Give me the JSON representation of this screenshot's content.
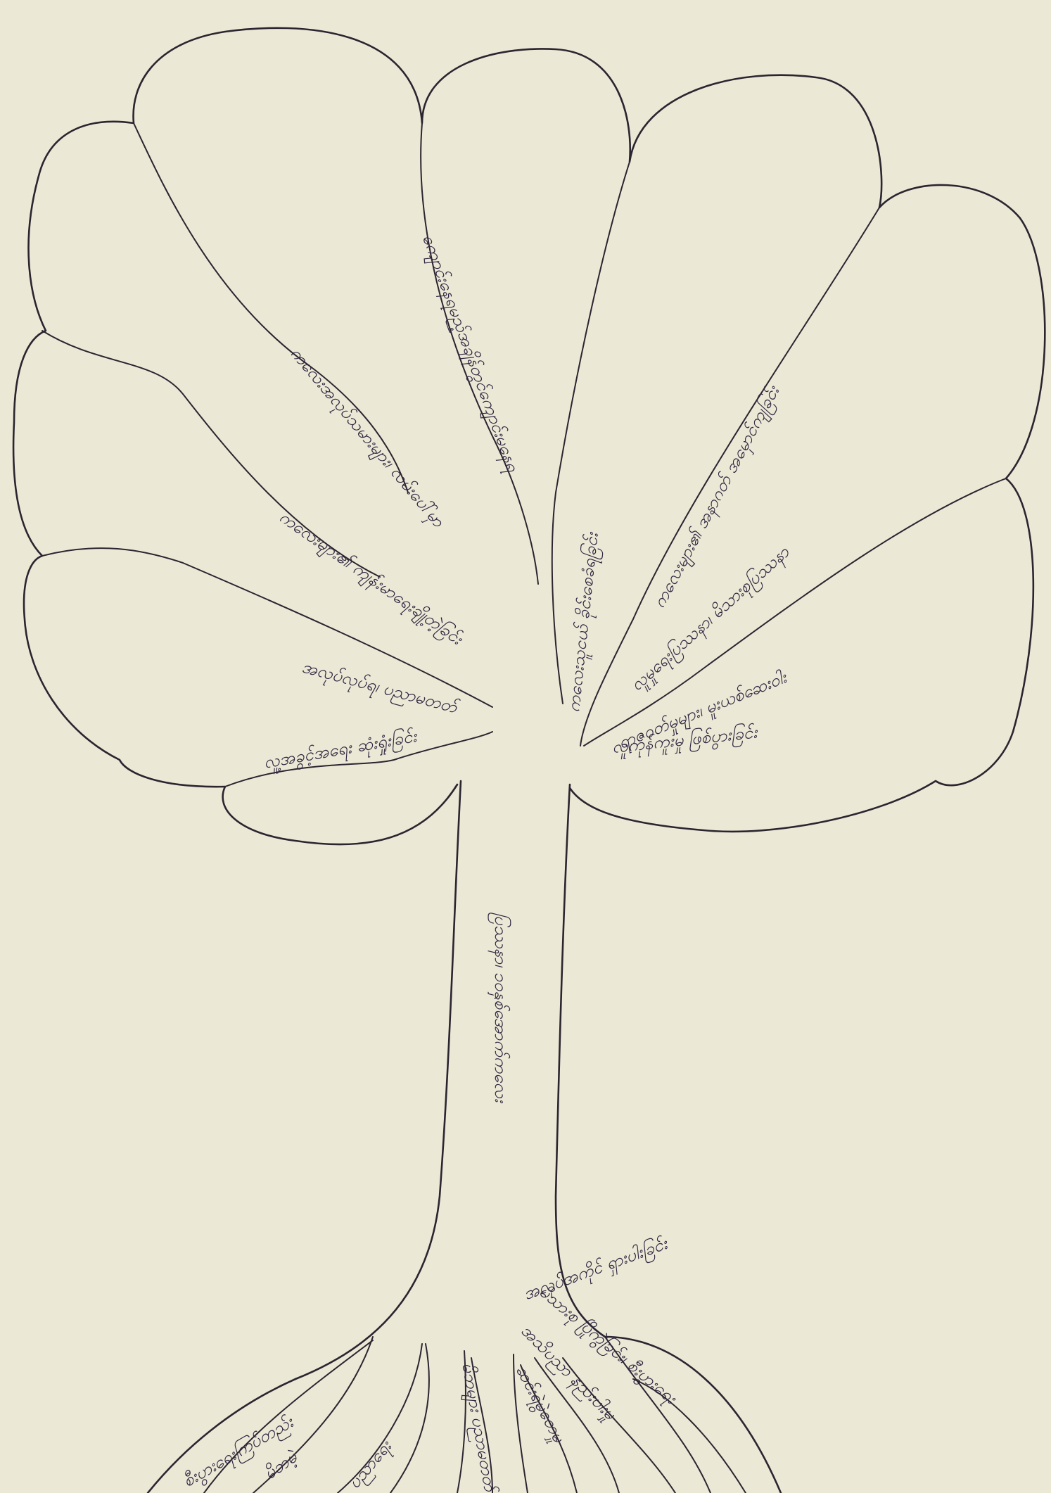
{
  "diagram": {
    "type": "tree",
    "colors": {
      "paper": "#ece8d6",
      "ink": "#2b2530",
      "text": "#2f2740"
    },
    "trunk": {
      "text": "ပြဿနာ၊ ၁၀နှစ်အောက်ကလေး"
    },
    "branches": [
      {
        "text": "ကျောင်းနေရမည့်အချိန်တွင်ကျောင်းမနေရ"
      },
      {
        "text": "ကလေးအလုပ်သမားများ၊ လမ်းပေါ်မှာ"
      },
      {
        "text": "ကလေးများ၏ ကျန်းမာရေးချို့တဲ့ခြင်း"
      },
      {
        "text": "အလုပ်လုပ်ရ၊ ပညာမတတ်"
      },
      {
        "text": "လူ့အခွင့်အရေး ဆုံးရှုံးခြင်း"
      },
      {
        "text": "ကလေးသူငယ် ခိုင်းစေခံရခြင်း"
      },
      {
        "text": "ကလေးများ၏ အနာဂတ် အမှောင်ကျခြင်း"
      },
      {
        "text": "လူမှုရေးပြဿနာ၊ မိသားစုပြဿနာ"
      },
      {
        "text": "ရာဇဝတ်မှုများ၊ မူးယစ်ဆေးဝါး"
      },
      {
        "text": "လူကုန်ကူးမှု ဖြစ်ပွားခြင်း"
      }
    ],
    "roots": [
      {
        "text": "စီးပွားရေးကြပ်တည်း"
      },
      {
        "text": "မိဘမဲ့"
      },
      {
        "text": "ပညာရေး"
      },
      {
        "text": "မိဘများ ပညာမတတ်"
      },
      {
        "text": "ဆင်းရဲမွဲတေမှု"
      },
      {
        "text": "အသိပညာ နည်းပါးမှု"
      },
      {
        "text": "မိသားစု ပြိုကွဲခြင်း၊ စီးပွားရေး"
      },
      {
        "text": "အလုပ်အကိုင် ရှားပါးခြင်း"
      }
    ]
  }
}
